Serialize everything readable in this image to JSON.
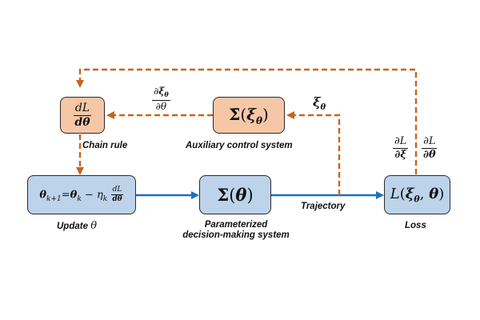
{
  "nodes": {
    "chain_rule": {
      "caption": "Chain rule",
      "num": "dL",
      "den": "dθ"
    },
    "auxiliary": {
      "caption": "Auxiliary control system",
      "sigma": "Σ̄",
      "arg": "ξ",
      "sub": "θ"
    },
    "update": {
      "caption": "Update",
      "caption_var": "θ",
      "theta": "θ",
      "sub_next": "k+1",
      "sub_k": "k",
      "eta": "η",
      "num": "dL",
      "den": "dθ"
    },
    "parameterized": {
      "caption_line1": "Parameterized",
      "caption_line2": "decision-making system",
      "sigma": "Σ",
      "arg": "θ"
    },
    "loss": {
      "caption": "Loss",
      "L": "L",
      "arg1": "ξ",
      "arg1_sub": "θ",
      "arg2": "θ"
    }
  },
  "edge_labels": {
    "trajectory": "Trajectory",
    "xi_theta": {
      "symbol": "ξ",
      "sub": "θ"
    },
    "dxi_dtheta": {
      "num_partial": "∂",
      "num_symbol": "ξ",
      "num_sub": "θ",
      "den": "∂θ"
    },
    "dL_dxi": {
      "num": "∂L",
      "den": "∂ξ"
    },
    "dL_dtheta": {
      "num": "∂L",
      "den": "∂θ"
    }
  },
  "colors": {
    "blue_box": "#bcd3ea",
    "orange_box": "#f6c7a6",
    "forward_arrow": "#1f6fbf",
    "backward_dashed_arrow": "#c8641e"
  }
}
